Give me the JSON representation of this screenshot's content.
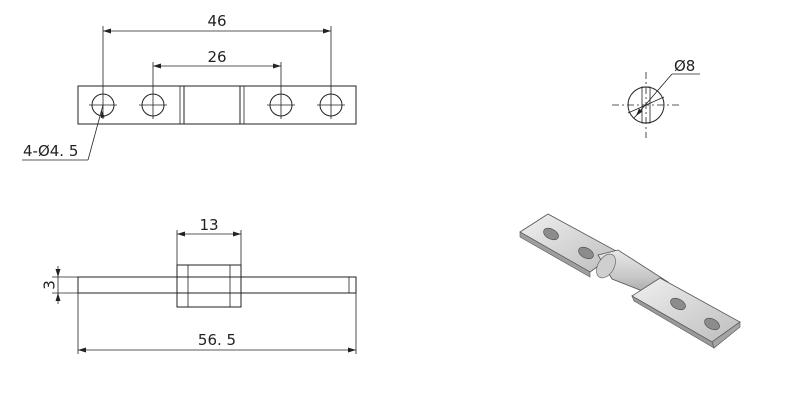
{
  "drawing": {
    "top_view": {
      "dim_overall_hole_span": "46",
      "dim_inner_hole_span": "26",
      "dim_holes": "4-Ø4. 5"
    },
    "end_view": {
      "dim_pin_diameter": "Ø8"
    },
    "side_view": {
      "dim_knuckle_width": "13",
      "dim_thickness": "3",
      "dim_overall_length": "56. 5"
    },
    "iso_view": {}
  }
}
